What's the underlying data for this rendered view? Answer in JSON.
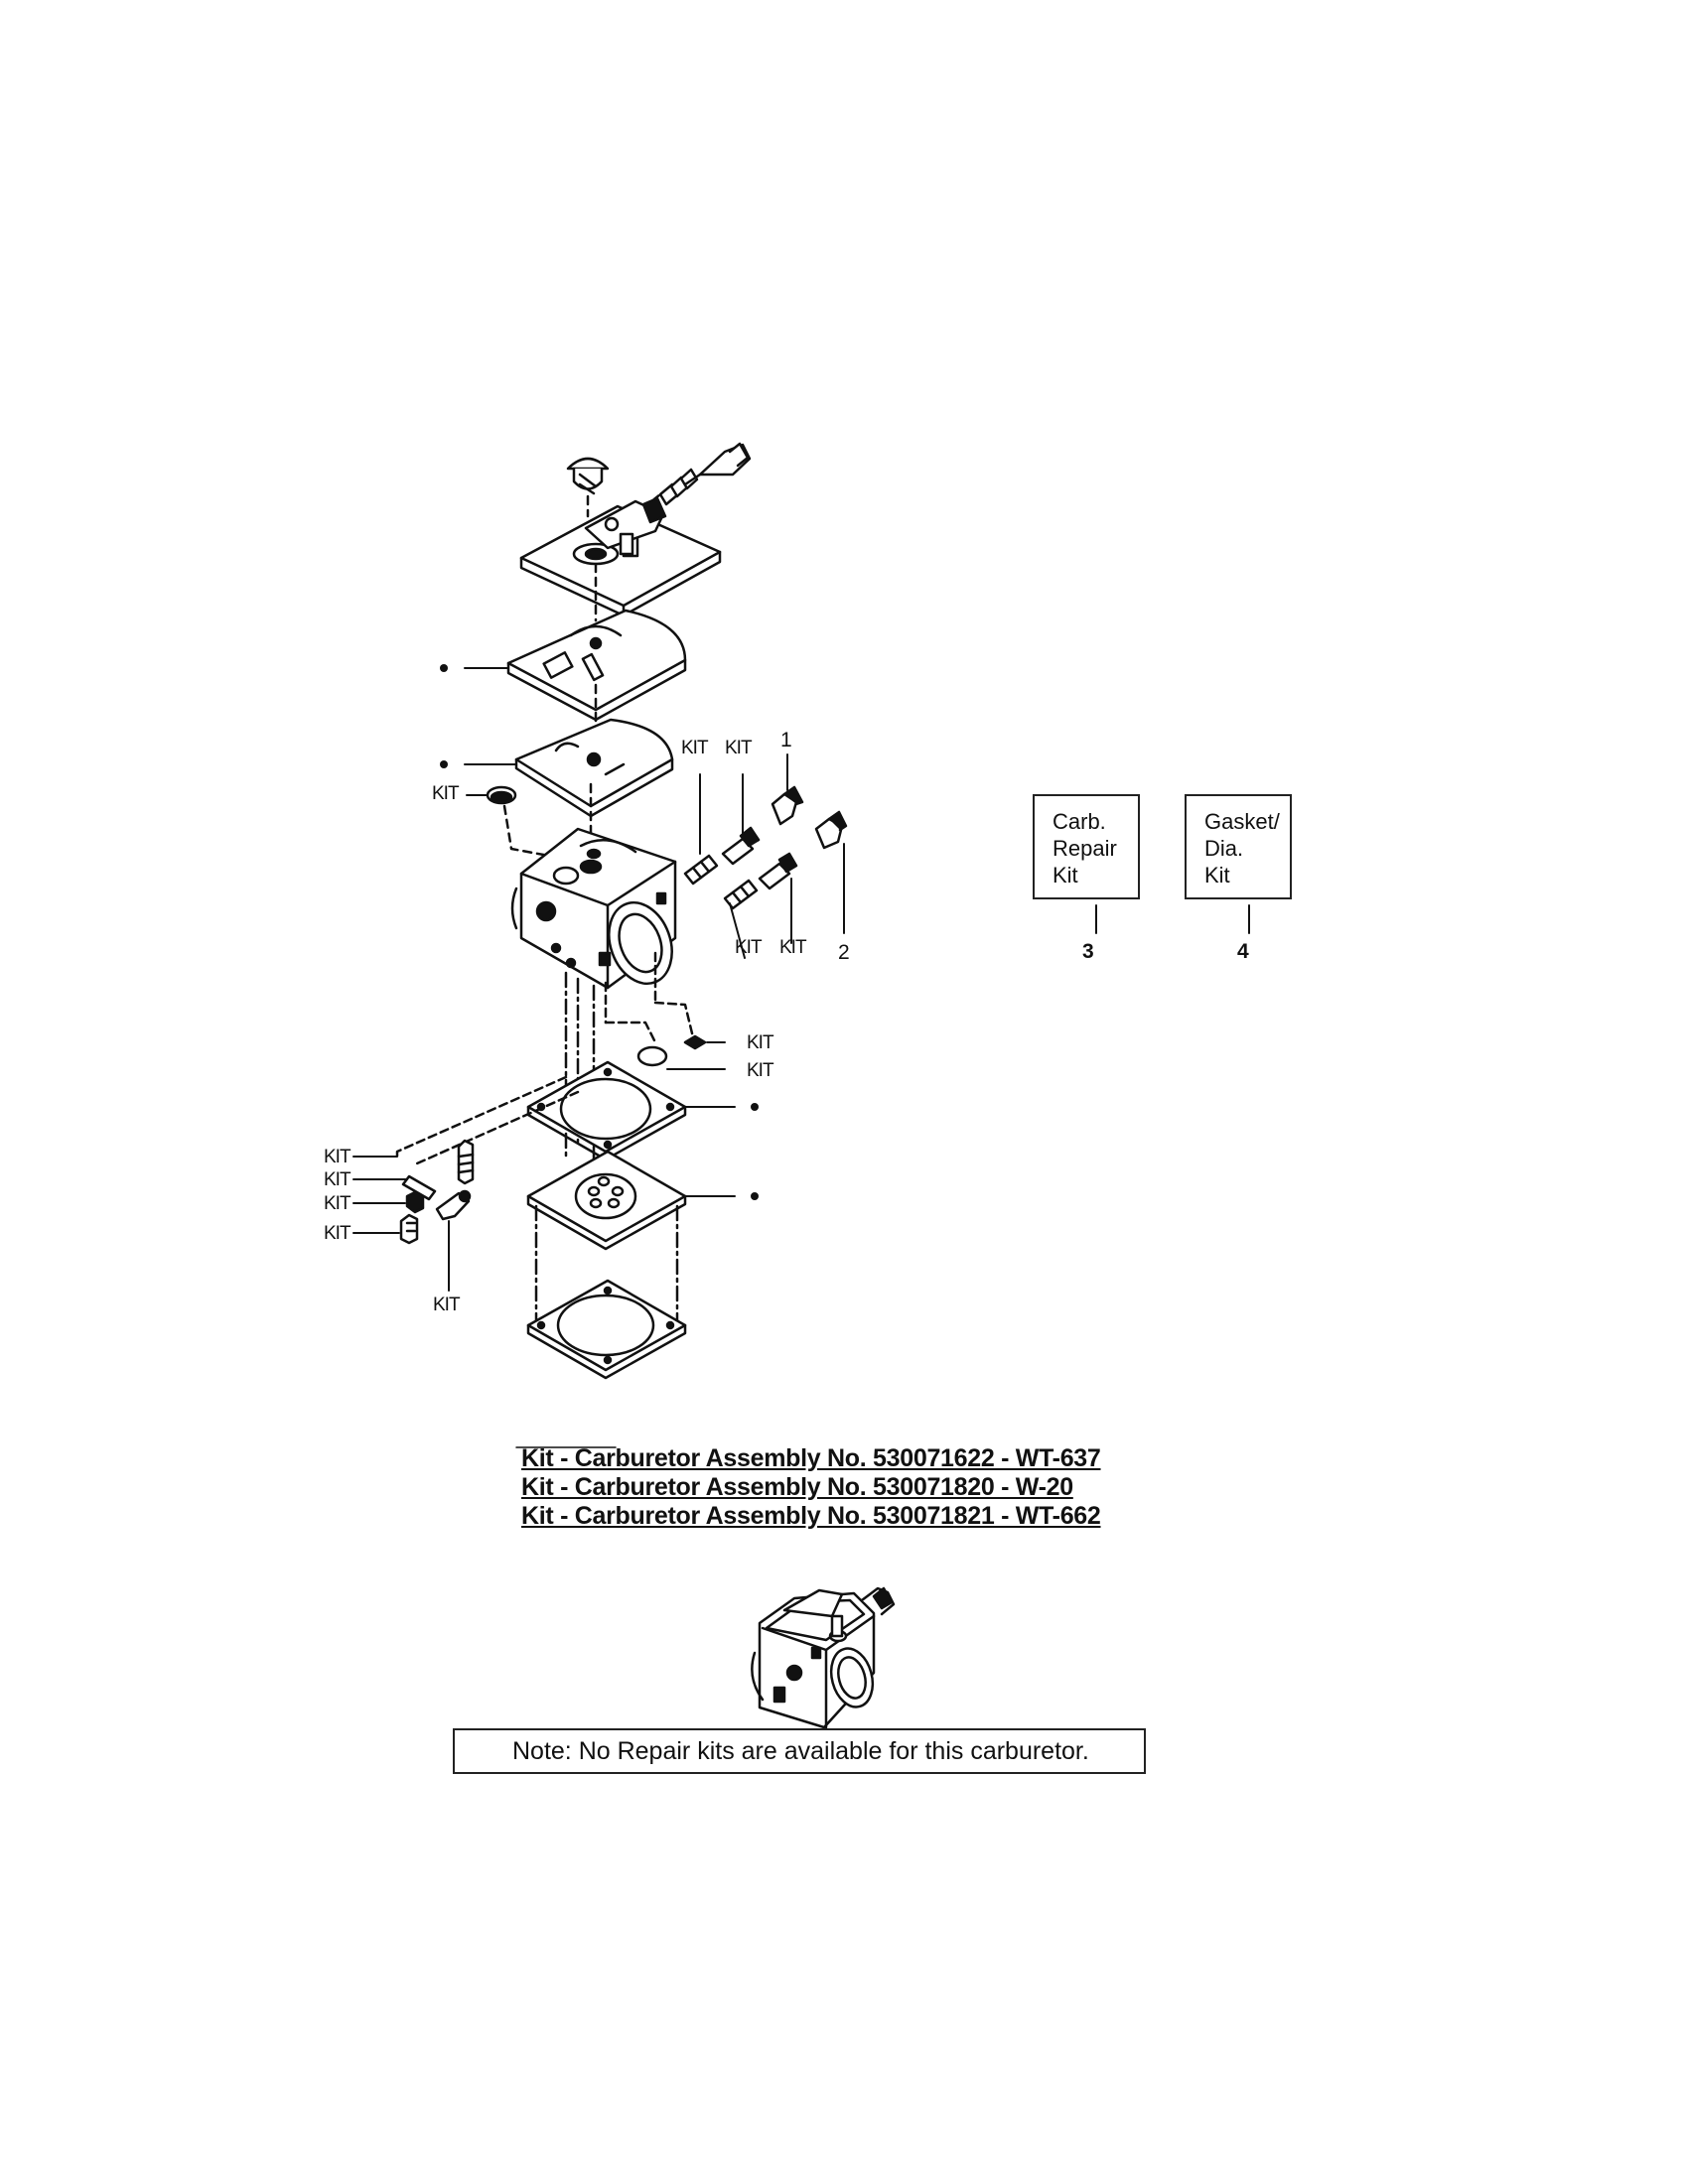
{
  "callouts": {
    "kit": "KIT",
    "item_1": "1",
    "item_2": "2",
    "item_3": "3",
    "item_4": "4",
    "bullet": "•"
  },
  "kit_boxes": [
    {
      "lines": [
        "Carb.",
        "Repair",
        "Kit"
      ],
      "number": "3"
    },
    {
      "lines": [
        "Gasket/",
        "Dia.",
        "Kit"
      ],
      "number": "4"
    }
  ],
  "assembly_titles": [
    "Kit - Carburetor Assembly No. 530071622 - WT-637",
    "Kit - Carburetor Assembly No. 530071820 - W-20",
    "Kit - Carburetor Assembly No. 530071821 - WT-662"
  ],
  "note": "Note: No Repair kits are available for this carburetor."
}
